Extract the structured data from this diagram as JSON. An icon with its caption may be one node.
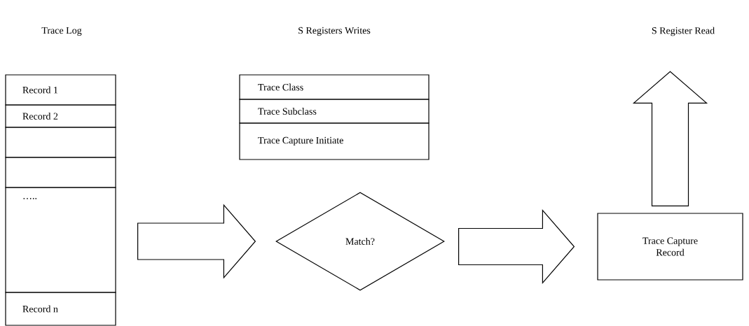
{
  "diagram": {
    "nodes": [
      {
        "text": [
          "Record 1"
        ]
      },
      {
        "text": [
          "Record 2"
        ]
      },
      {
        "text": [],
        "shape": "box"
      },
      {
        "text": [],
        "shape": "box"
      },
      {
        "text": [
          "….."
        ]
      },
      {
        "text": [
          "Record n"
        ]
      },
      {
        "text": [
          "Trace Class"
        ]
      },
      {
        "text": [
          "Trace Subclass"
        ]
      },
      {
        "text": [
          "Trace Capture Initiate"
        ]
      },
      {
        "text": [
          "Match?"
        ]
      },
      {
        "text": [
          "Trace Capture Record"
        ]
      }
    ],
    "edges": [
      {
        "from": 4,
        "to": 9,
        "arrow": "to"
      },
      {
        "from": 9,
        "to": 10,
        "arrow": "to"
      },
      {
        "from": 10,
        "to": null,
        "arrow": "to"
      }
    ],
    "labels": [
      "Trace Log",
      "S Registers Writes",
      "S Register Read"
    ]
  }
}
